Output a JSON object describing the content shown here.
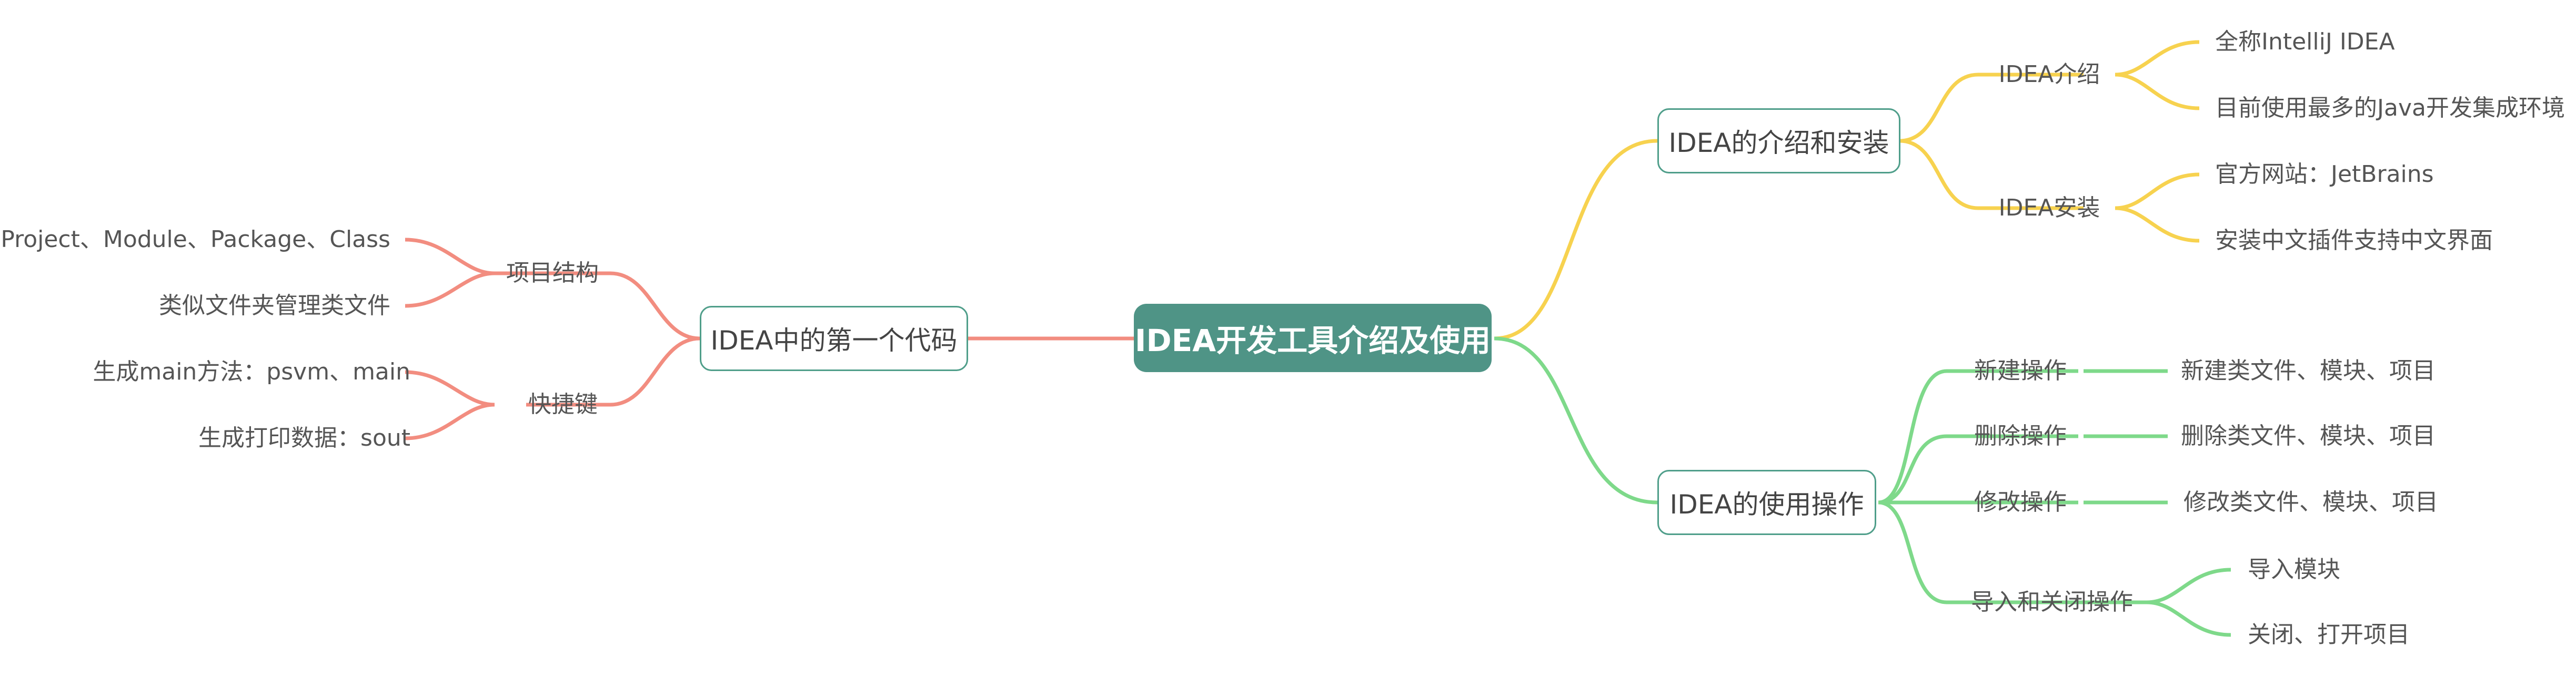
{
  "colors": {
    "root_bg": "#4f9486",
    "box_border": "#4f9e8a",
    "yellow_branch": "#f7d24f",
    "green_branch": "#7ed98a",
    "red_branch": "#f28d80",
    "text": "#555555"
  },
  "root": {
    "label": "IDEA开发工具介绍及使用"
  },
  "right_top": {
    "label": "IDEA的介绍和安装",
    "children": [
      {
        "label": "IDEA介绍",
        "leaves": [
          "全称IntelliJ IDEA",
          "目前使用最多的Java开发集成环境"
        ]
      },
      {
        "label": "IDEA安装",
        "leaves": [
          "官方网站：JetBrains",
          "安装中文插件支持中文界面"
        ]
      }
    ]
  },
  "right_bottom": {
    "label": "IDEA的使用操作",
    "children": [
      {
        "label": "新建操作",
        "leaves": [
          "新建类文件、模块、项目"
        ]
      },
      {
        "label": "删除操作",
        "leaves": [
          "删除类文件、模块、项目"
        ]
      },
      {
        "label": "修改操作",
        "leaves": [
          "修改类文件、模块、项目"
        ]
      },
      {
        "label": "导入和关闭操作",
        "leaves": [
          "导入模块",
          "关闭、打开项目"
        ]
      }
    ]
  },
  "left": {
    "label": "IDEA中的第一个代码",
    "children": [
      {
        "label": "项目结构",
        "leaves": [
          "Project、Module、Package、Class",
          "类似文件夹管理类文件"
        ]
      },
      {
        "label": "快捷键",
        "leaves": [
          "生成main方法：psvm、main",
          "生成打印数据：sout"
        ]
      }
    ]
  }
}
